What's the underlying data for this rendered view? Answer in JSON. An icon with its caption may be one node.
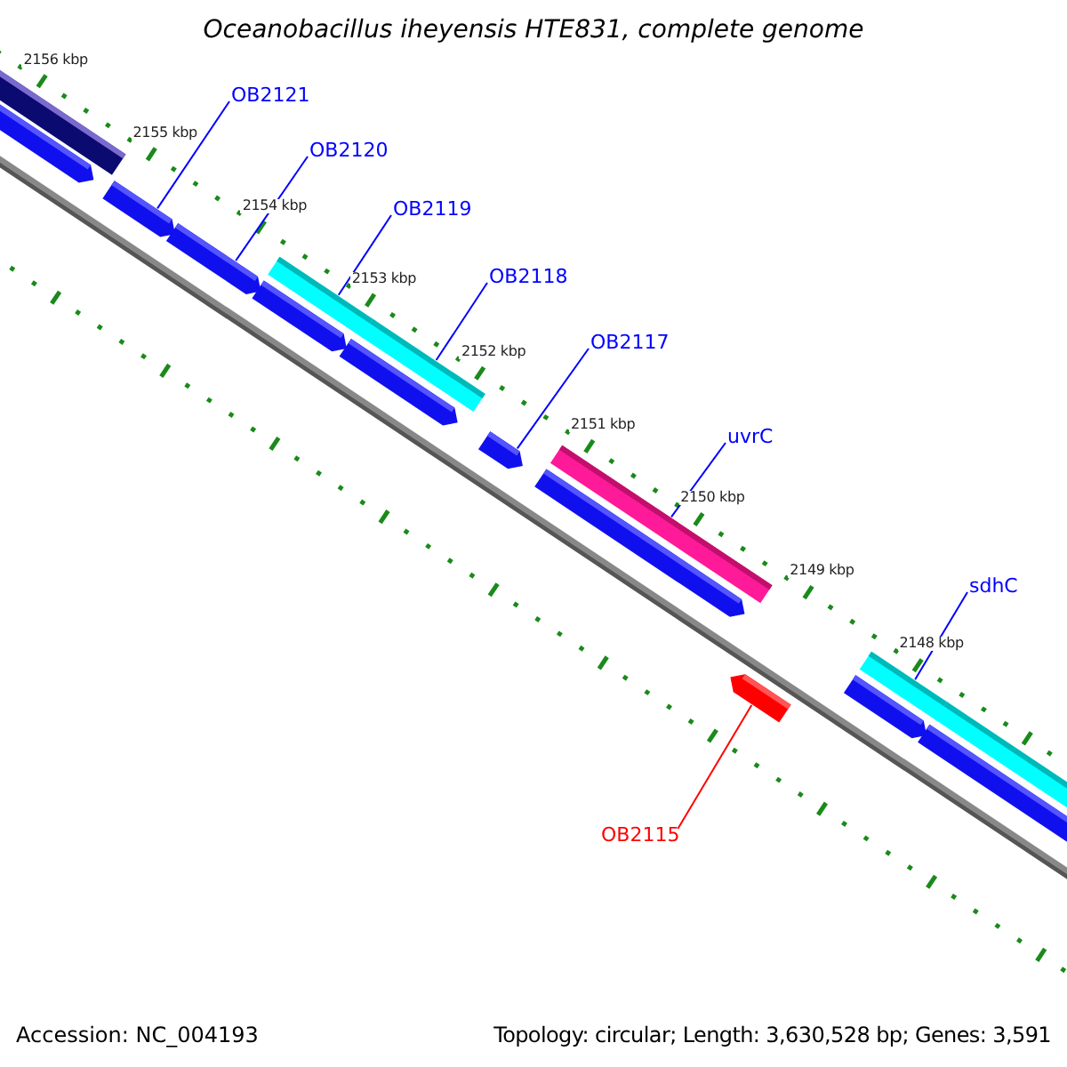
{
  "diagram": {
    "title": "Oceanobacillus iheyensis HTE831, complete genome",
    "nodes": [
      {
        "text": [
          "OB2121"
        ]
      },
      {
        "text": [
          "OB2120"
        ]
      },
      {
        "text": [
          "OB2119"
        ]
      },
      {
        "text": [
          "OB2118"
        ]
      },
      {
        "text": [
          "OB2117"
        ]
      },
      {
        "text": [
          "uvrC"
        ]
      },
      {
        "text": [
          "sdhC"
        ]
      },
      {
        "text": [
          "OB2115"
        ]
      },
      {
        "text": [],
        "shape": "arrow"
      },
      {
        "text": [],
        "shape": "arrow"
      },
      {
        "text": [],
        "shape": "arrow"
      },
      {
        "text": [],
        "shape": "arrow"
      },
      {
        "text": [],
        "shape": "arrow"
      },
      {
        "text": [],
        "shape": "arrow"
      },
      {
        "text": [],
        "shape": "arrow"
      },
      {
        "text": [],
        "shape": "arrow"
      }
    ],
    "edges": [
      {
        "from": 0,
        "to": 8,
        "arrow": "none"
      },
      {
        "from": 1,
        "to": 9,
        "arrow": "none"
      },
      {
        "from": 2,
        "to": 10,
        "arrow": "none"
      },
      {
        "from": 3,
        "to": 11,
        "arrow": "none"
      },
      {
        "from": 4,
        "to": 12,
        "arrow": "none"
      },
      {
        "from": 5,
        "to": 13,
        "arrow": "none"
      },
      {
        "from": 6,
        "to": 14,
        "arrow": "none"
      },
      {
        "from": 7,
        "to": 15,
        "arrow": "none",
        "color": "#ff0000"
      }
    ],
    "labels": [
      "2156 kbp",
      "2155 kbp",
      "2154 kbp",
      "2153 kbp",
      "2152 kbp",
      "2151 kbp",
      "2150 kbp",
      "2149 kbp",
      "2148 kbp",
      "Accession: NC_004193",
      "Topology: circular; Length: 3,630,528 bp; Genes: 3,591"
    ]
  }
}
